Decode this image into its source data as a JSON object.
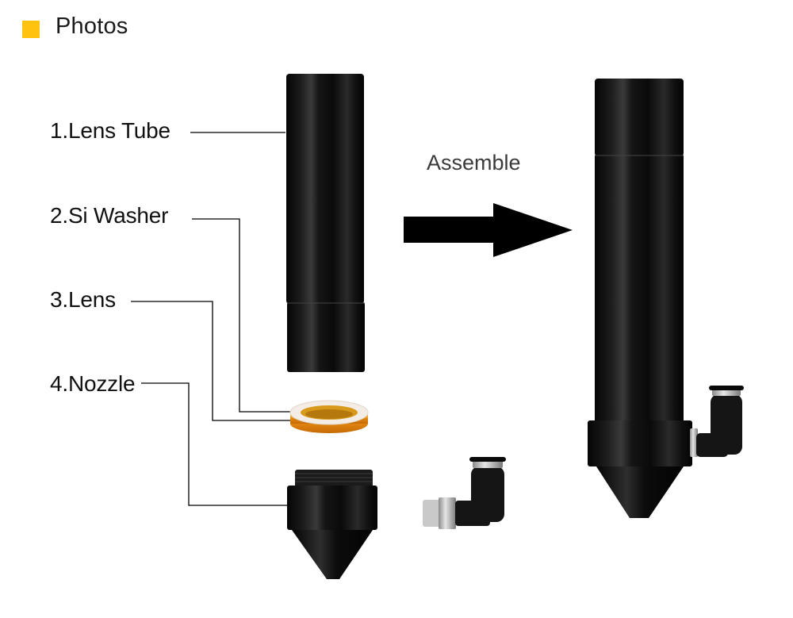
{
  "header": {
    "title": "Photos",
    "marker_color": "#FFC20E"
  },
  "parts": [
    {
      "label": "1.Lens Tube"
    },
    {
      "label": "2.Si Washer"
    },
    {
      "label": "3.Lens"
    },
    {
      "label": "4.Nozzle"
    }
  ],
  "assemble": {
    "label": "Assemble",
    "icon": "arrow-right-icon"
  },
  "colors": {
    "metal_black": "#0d0d0d",
    "lens_amber": "#e58a12",
    "washer_white": "#f4efe9",
    "leader_line": "#000000"
  }
}
